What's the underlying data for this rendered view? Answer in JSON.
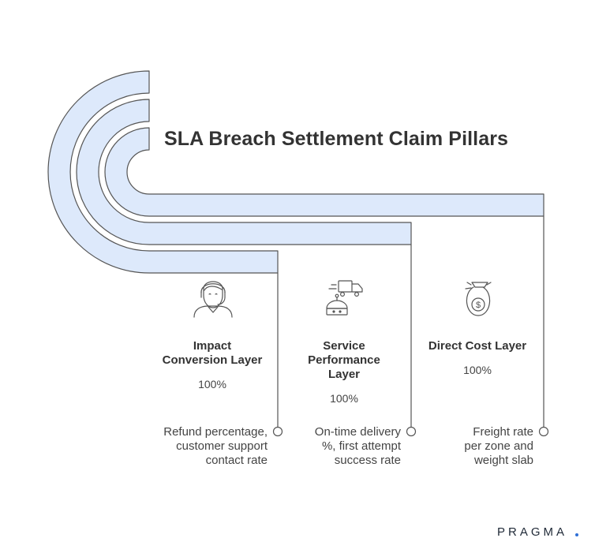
{
  "title": "SLA Breach Settlement Claim Pillars",
  "colors": {
    "band_fill": "#dde9fb",
    "stroke": "#555555",
    "text": "#333333",
    "brand_dot": "#2f6fd6"
  },
  "pillars": [
    {
      "name": "Impact Conversion Layer",
      "title_lines": [
        "Impact",
        "Conversion Layer"
      ],
      "value": "100%",
      "description_lines": [
        "Refund percentage,",
        "customer support",
        "contact rate"
      ],
      "icon": "customer-support-agent-icon"
    },
    {
      "name": "Service Performance Layer",
      "title_lines": [
        "Service",
        "Performance",
        "Layer"
      ],
      "value": "100%",
      "description_lines": [
        "On-time delivery",
        "%, first attempt",
        "success rate"
      ],
      "icon": "delivery-truck-robot-icon"
    },
    {
      "name": "Direct Cost Layer",
      "title_lines": [
        "Direct Cost Layer"
      ],
      "value": "100%",
      "description_lines": [
        "Freight rate",
        "per zone and",
        "weight slab"
      ],
      "icon": "money-bag-icon"
    }
  ],
  "brand": {
    "name": "PRAGMA"
  }
}
